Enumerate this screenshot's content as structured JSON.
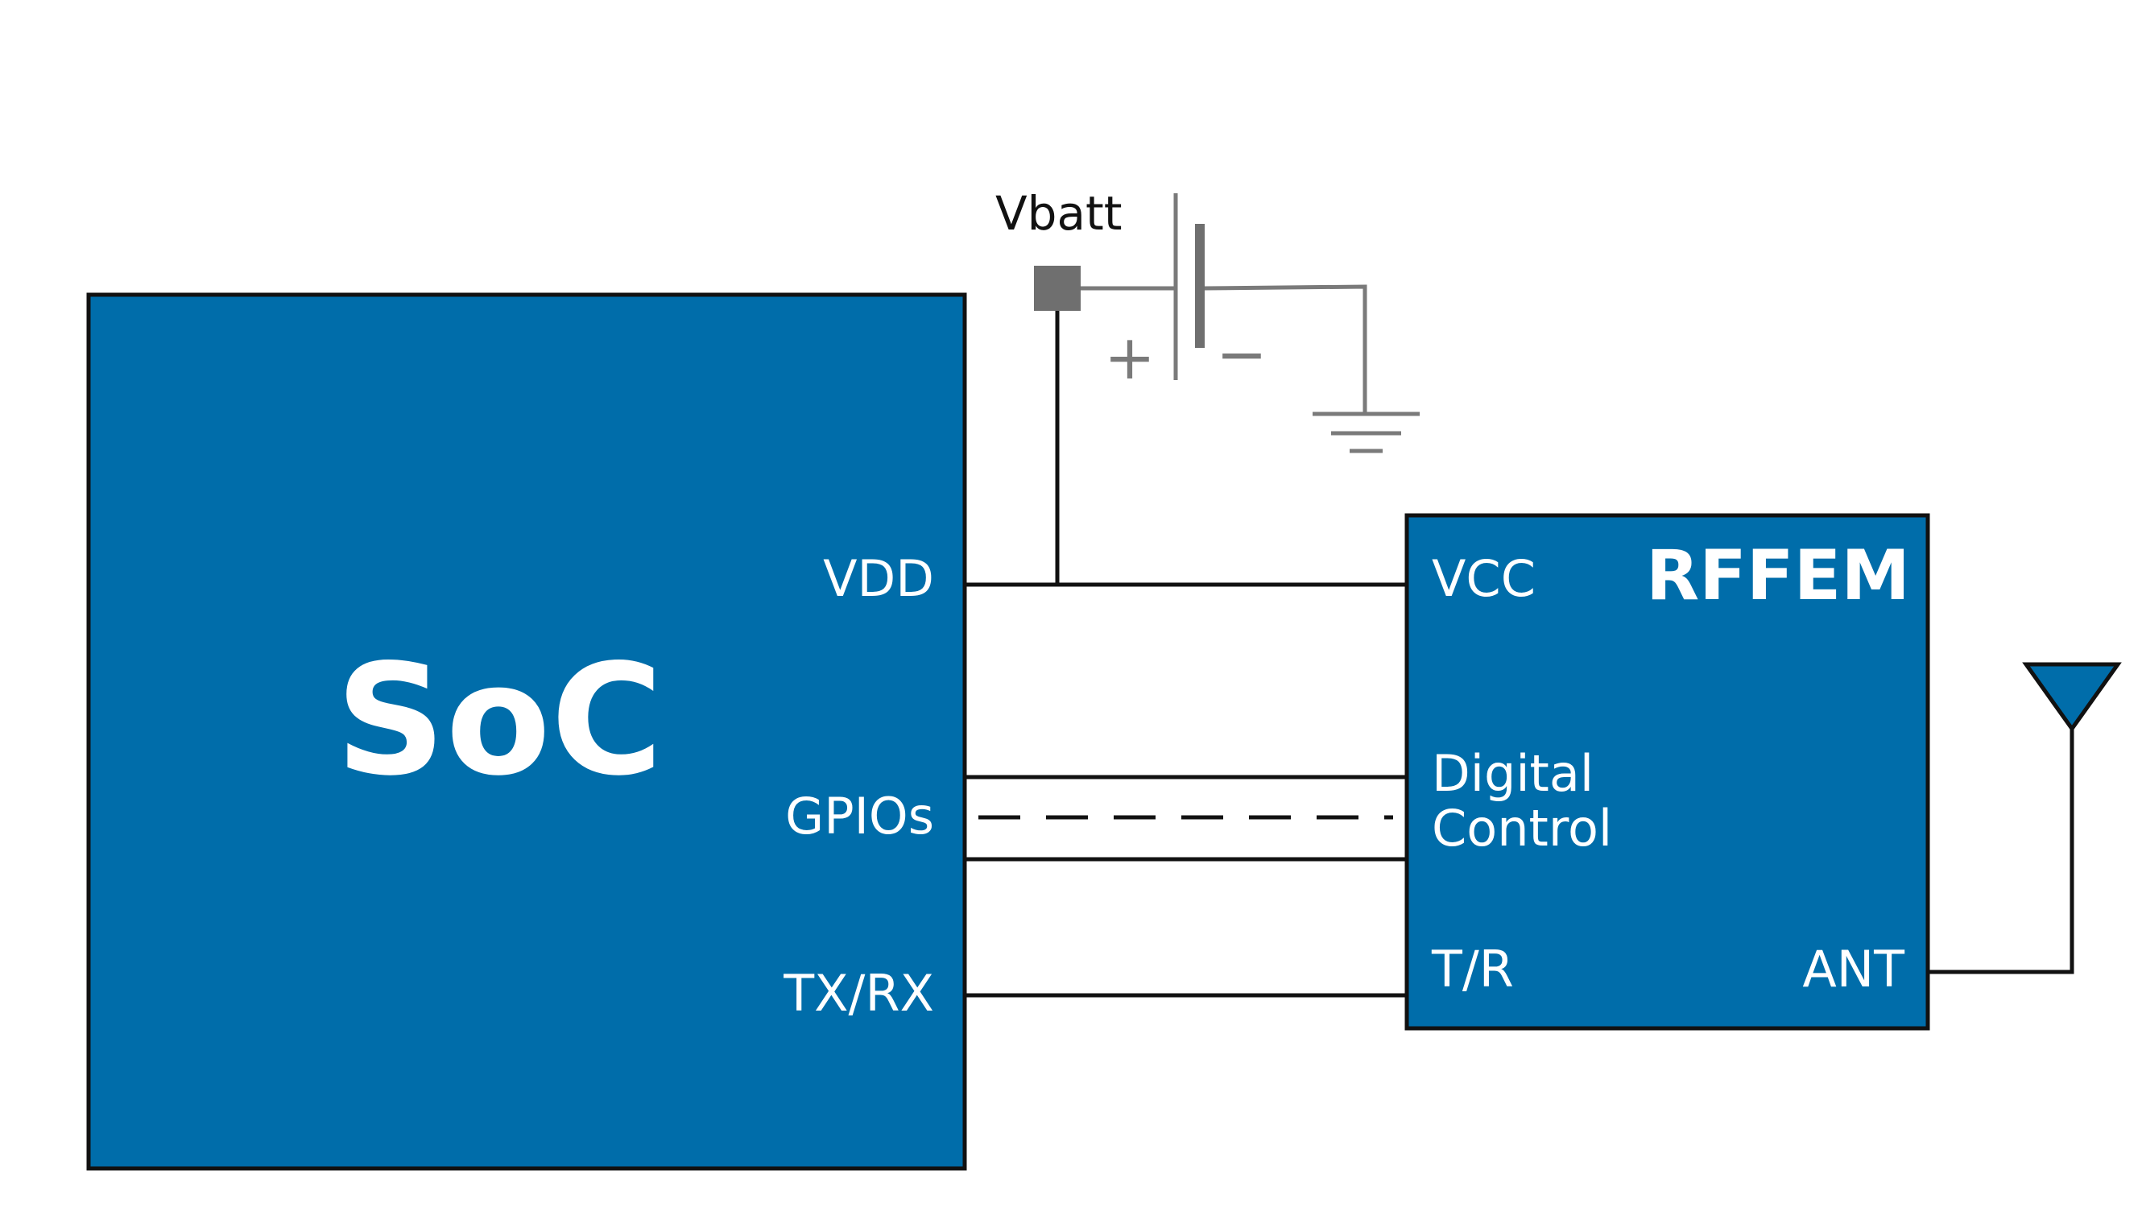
{
  "colors": {
    "block_fill": "#006DAA",
    "block_stroke": "#111111",
    "wire": "#111111",
    "battery": "#7a7a7a",
    "text_on_block": "#ffffff"
  },
  "soc": {
    "title": "SoC",
    "pins": {
      "vdd": "VDD",
      "gpios": "GPIOs",
      "txrx": "TX/RX"
    }
  },
  "rffem": {
    "title": "RFFEM",
    "pins": {
      "vcc": "VCC",
      "digital_line1": "Digital",
      "digital_line2": "Control",
      "tr": "T/R",
      "ant": "ANT"
    }
  },
  "battery": {
    "label": "Vbatt",
    "plus": "+",
    "minus": "−"
  },
  "icons": [
    "battery-icon",
    "ground-icon",
    "antenna-icon"
  ]
}
